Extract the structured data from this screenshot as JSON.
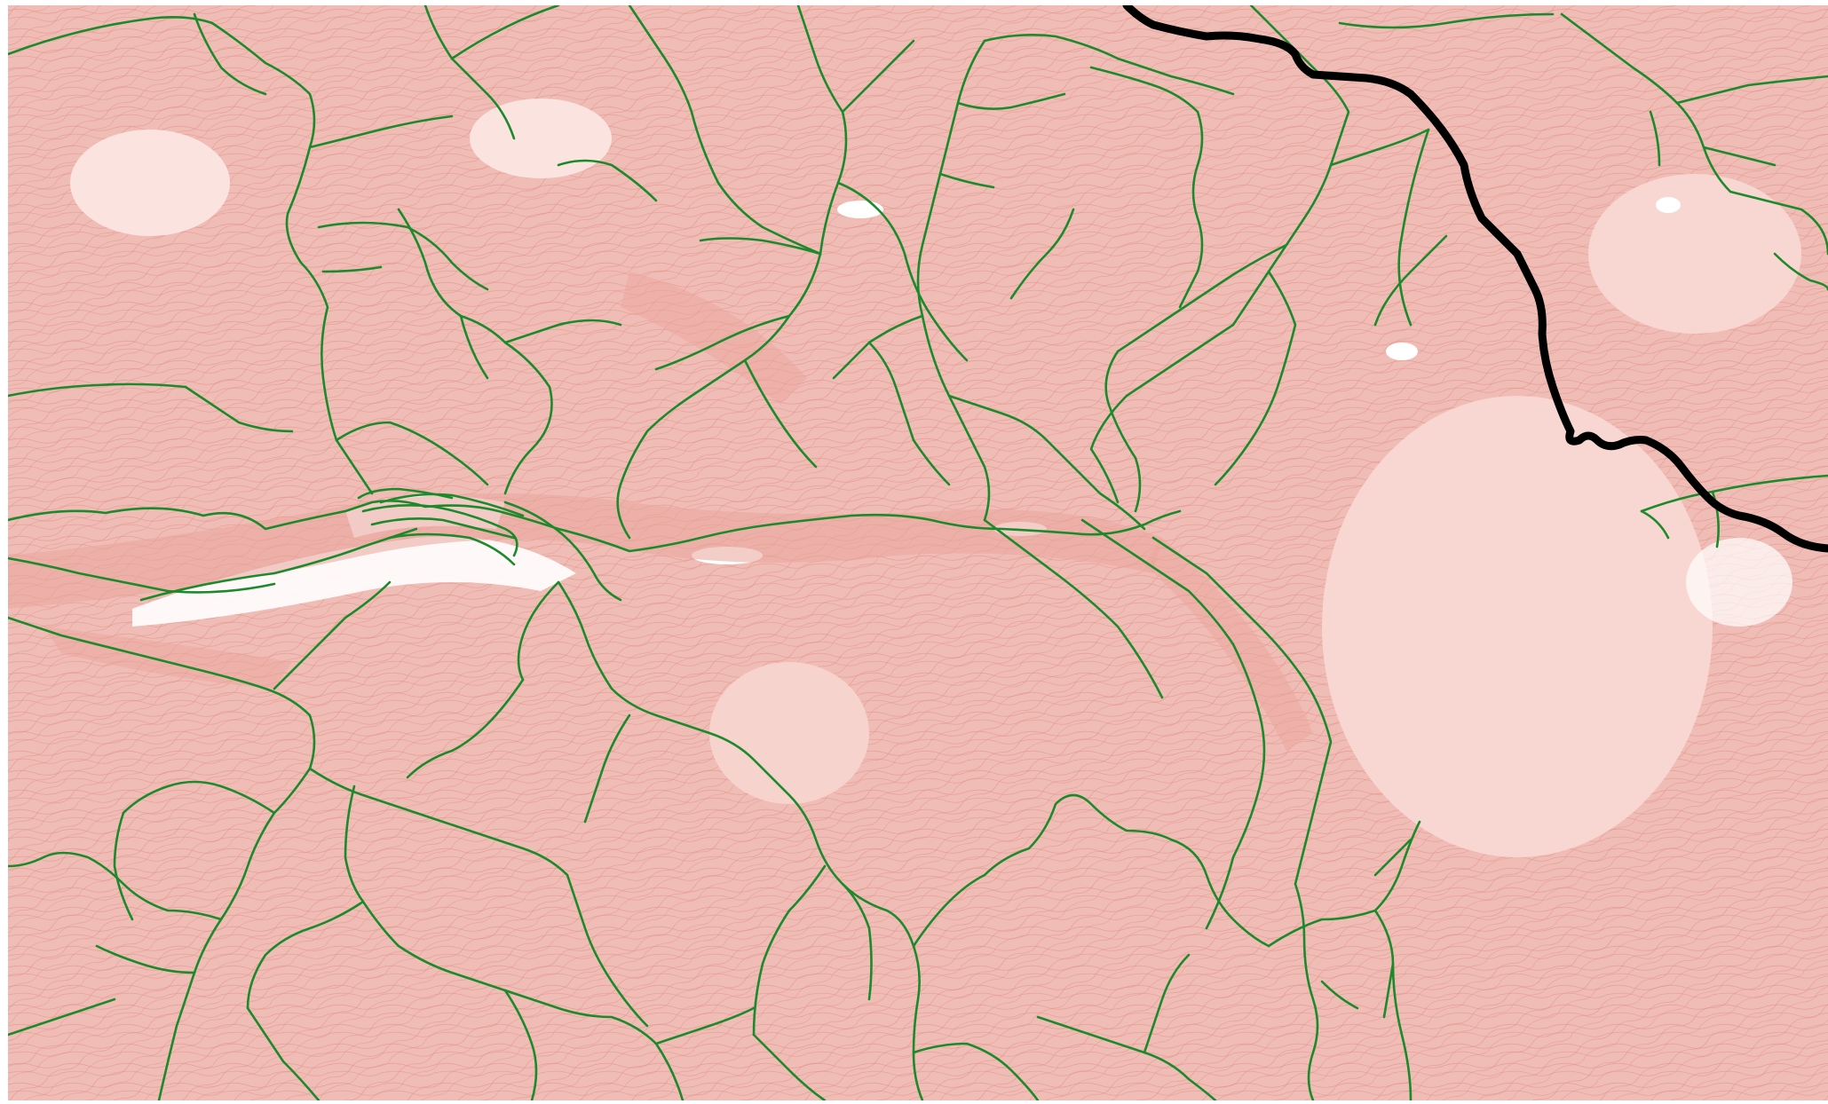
{
  "map": {
    "colors": {
      "terrain_fill": "#f0bdb6",
      "terrain_dense": "#eaa59c",
      "contour_line": "#e59a90",
      "clearing": "#ffffff",
      "stream": "#1b8a2a",
      "boundary": "#000000"
    },
    "layers": [
      {
        "id": "contours",
        "kind": "topographic-contours",
        "color_key": "contour_line"
      },
      {
        "id": "streams",
        "kind": "stream-network",
        "color_key": "stream"
      },
      {
        "id": "boundary",
        "kind": "boundary-line",
        "color_key": "boundary"
      }
    ],
    "labels": []
  }
}
